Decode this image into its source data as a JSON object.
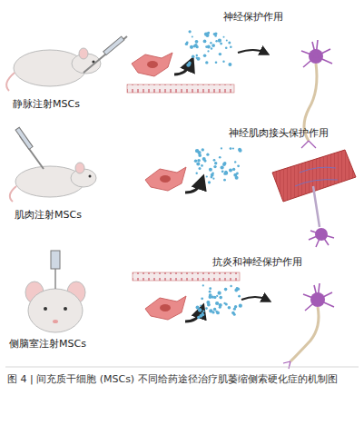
{
  "diagram": {
    "caption": "图 4 | 间充质干细胞 (MSCs) 不同给药途径治疗肌萎缩侧索硬化症的机制图",
    "labels": [
      "神经保护作用",
      "静脉注射MSCs",
      "肌肉注射MSCs",
      "神经肌肉接头保护作用",
      "抗炎和神经保护作用",
      "侧脑室注射MSCs"
    ]
  }
}
